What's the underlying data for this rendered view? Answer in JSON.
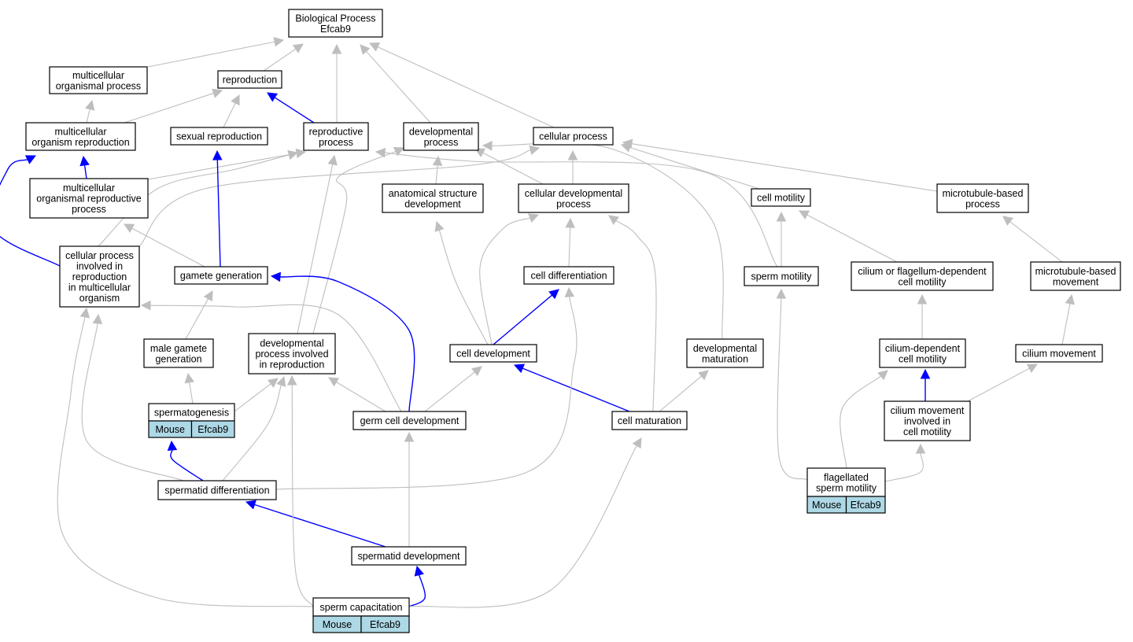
{
  "colors": {
    "node_fill": "#ffffff",
    "node_border": "#000000",
    "annotation_fill": "#add8e6",
    "edge_regular": "#bebebe",
    "edge_highlight": "#0000ff"
  },
  "nodes": [
    {
      "id": "biological-process",
      "lines": [
        "Biological Process",
        "Efcab9"
      ]
    },
    {
      "id": "multicellular-organismal-process",
      "lines": [
        "multicellular",
        "organismal process"
      ]
    },
    {
      "id": "reproduction",
      "lines": [
        "reproduction"
      ]
    },
    {
      "id": "multicellular-organism-reproduction",
      "lines": [
        "multicellular",
        "organism reproduction"
      ]
    },
    {
      "id": "sexual-reproduction",
      "lines": [
        "sexual reproduction"
      ]
    },
    {
      "id": "reproductive-process",
      "lines": [
        "reproductive",
        "process"
      ]
    },
    {
      "id": "developmental-process",
      "lines": [
        "developmental",
        "process"
      ]
    },
    {
      "id": "cellular-process",
      "lines": [
        "cellular process"
      ]
    },
    {
      "id": "multicellular-organismal-reproductive-process",
      "lines": [
        "multicellular",
        "organismal reproductive",
        "process"
      ]
    },
    {
      "id": "anatomical-structure-development",
      "lines": [
        "anatomical structure",
        "development"
      ]
    },
    {
      "id": "cellular-developmental-process",
      "lines": [
        "cellular developmental",
        "process"
      ]
    },
    {
      "id": "cell-motility",
      "lines": [
        "cell motility"
      ]
    },
    {
      "id": "microtubule-based-process",
      "lines": [
        "microtubule-based",
        "process"
      ]
    },
    {
      "id": "cellular-process-involved-in-reproduction",
      "lines": [
        "cellular process",
        "involved in",
        "reproduction",
        "in multicellular",
        "organism"
      ]
    },
    {
      "id": "gamete-generation",
      "lines": [
        "gamete generation"
      ]
    },
    {
      "id": "cell-differentiation",
      "lines": [
        "cell differentiation"
      ]
    },
    {
      "id": "sperm-motility",
      "lines": [
        "sperm motility"
      ]
    },
    {
      "id": "cilium-or-flagellum-dependent-cell-motility",
      "lines": [
        "cilium or flagellum-dependent",
        "cell motility"
      ]
    },
    {
      "id": "microtubule-based-movement",
      "lines": [
        "microtubule-based",
        "movement"
      ]
    },
    {
      "id": "male-gamete-generation",
      "lines": [
        "male gamete",
        "generation"
      ]
    },
    {
      "id": "developmental-process-involved-in-reproduction",
      "lines": [
        "developmental",
        "process involved",
        "in reproduction"
      ]
    },
    {
      "id": "cell-development",
      "lines": [
        "cell development"
      ]
    },
    {
      "id": "developmental-maturation",
      "lines": [
        "developmental",
        "maturation"
      ]
    },
    {
      "id": "cilium-dependent-cell-motility",
      "lines": [
        "cilium-dependent",
        "cell motility"
      ]
    },
    {
      "id": "cilium-movement",
      "lines": [
        "cilium movement"
      ]
    },
    {
      "id": "spermatogenesis",
      "lines": [
        "spermatogenesis"
      ],
      "annotations": [
        "Mouse",
        "Efcab9"
      ]
    },
    {
      "id": "germ-cell-development",
      "lines": [
        "germ cell development"
      ]
    },
    {
      "id": "cell-maturation",
      "lines": [
        "cell maturation"
      ]
    },
    {
      "id": "cilium-movement-involved-in-cell-motility",
      "lines": [
        "cilium movement",
        "involved in",
        "cell motility"
      ]
    },
    {
      "id": "spermatid-differentiation",
      "lines": [
        "spermatid differentiation"
      ]
    },
    {
      "id": "flagellated-sperm-motility",
      "lines": [
        "flagellated",
        "sperm motility"
      ],
      "annotations": [
        "Mouse",
        "Efcab9"
      ]
    },
    {
      "id": "spermatid-development",
      "lines": [
        "spermatid development"
      ]
    },
    {
      "id": "sperm-capacitation",
      "lines": [
        "sperm capacitation"
      ],
      "annotations": [
        "Mouse",
        "Efcab9"
      ]
    }
  ],
  "edges": [
    {
      "from": "multicellular-organismal-process",
      "to": "biological-process",
      "highlight": false
    },
    {
      "from": "reproduction",
      "to": "biological-process",
      "highlight": false
    },
    {
      "from": "reproductive-process",
      "to": "biological-process",
      "highlight": false
    },
    {
      "from": "developmental-process",
      "to": "biological-process",
      "highlight": false
    },
    {
      "from": "cellular-process",
      "to": "biological-process",
      "highlight": false
    },
    {
      "from": "multicellular-organism-reproduction",
      "to": "multicellular-organismal-process",
      "highlight": false
    },
    {
      "from": "multicellular-organism-reproduction",
      "to": "reproduction",
      "highlight": false
    },
    {
      "from": "sexual-reproduction",
      "to": "reproduction",
      "highlight": false
    },
    {
      "from": "reproductive-process",
      "to": "reproduction",
      "highlight": true
    },
    {
      "from": "multicellular-organismal-reproductive-process",
      "to": "multicellular-organism-reproduction",
      "highlight": true
    },
    {
      "from": "multicellular-organismal-reproductive-process",
      "to": "reproductive-process",
      "highlight": false
    },
    {
      "from": "anatomical-structure-development",
      "to": "developmental-process",
      "highlight": false
    },
    {
      "from": "cellular-developmental-process",
      "to": "developmental-process",
      "highlight": false
    },
    {
      "from": "cellular-developmental-process",
      "to": "cellular-process",
      "highlight": false
    },
    {
      "from": "cell-motility",
      "to": "cellular-process",
      "highlight": false
    },
    {
      "from": "microtubule-based-process",
      "to": "cellular-process",
      "highlight": false
    },
    {
      "from": "cellular-process-involved-in-reproduction",
      "to": "multicellular-organism-reproduction",
      "highlight": true
    },
    {
      "from": "cellular-process-involved-in-reproduction",
      "to": "reproductive-process",
      "highlight": false
    },
    {
      "from": "cellular-process-involved-in-reproduction",
      "to": "cellular-process",
      "highlight": false
    },
    {
      "from": "gamete-generation",
      "to": "sexual-reproduction",
      "highlight": true
    },
    {
      "from": "gamete-generation",
      "to": "multicellular-organismal-reproductive-process",
      "highlight": false
    },
    {
      "from": "cell-differentiation",
      "to": "cellular-developmental-process",
      "highlight": false
    },
    {
      "from": "sperm-motility",
      "to": "cell-motility",
      "highlight": false
    },
    {
      "from": "sperm-motility",
      "to": "reproductive-process",
      "highlight": false
    },
    {
      "from": "cilium-or-flagellum-dependent-cell-motility",
      "to": "cell-motility",
      "highlight": false
    },
    {
      "from": "microtubule-based-movement",
      "to": "microtubule-based-process",
      "highlight": false
    },
    {
      "from": "male-gamete-generation",
      "to": "gamete-generation",
      "highlight": false
    },
    {
      "from": "developmental-process-involved-in-reproduction",
      "to": "reproductive-process",
      "highlight": false
    },
    {
      "from": "developmental-process-involved-in-reproduction",
      "to": "developmental-process",
      "highlight": false
    },
    {
      "from": "cell-development",
      "to": "cell-differentiation",
      "highlight": true
    },
    {
      "from": "cell-development",
      "to": "cellular-developmental-process",
      "highlight": false
    },
    {
      "from": "cell-development",
      "to": "anatomical-structure-development",
      "highlight": false
    },
    {
      "from": "developmental-maturation",
      "to": "developmental-process",
      "highlight": false
    },
    {
      "from": "cilium-dependent-cell-motility",
      "to": "cilium-or-flagellum-dependent-cell-motility",
      "highlight": false
    },
    {
      "from": "cilium-movement",
      "to": "microtubule-based-movement",
      "highlight": false
    },
    {
      "from": "spermatogenesis",
      "to": "male-gamete-generation",
      "highlight": false
    },
    {
      "from": "spermatogenesis",
      "to": "developmental-process-involved-in-reproduction",
      "highlight": false
    },
    {
      "from": "germ-cell-development",
      "to": "gamete-generation",
      "highlight": true
    },
    {
      "from": "germ-cell-development",
      "to": "cell-development",
      "highlight": false
    },
    {
      "from": "germ-cell-development",
      "to": "developmental-process-involved-in-reproduction",
      "highlight": false
    },
    {
      "from": "germ-cell-development",
      "to": "cellular-process-involved-in-reproduction",
      "highlight": false
    },
    {
      "from": "cell-maturation",
      "to": "cell-development",
      "highlight": true
    },
    {
      "from": "cell-maturation",
      "to": "developmental-maturation",
      "highlight": false
    },
    {
      "from": "cell-maturation",
      "to": "cellular-developmental-process",
      "highlight": false
    },
    {
      "from": "cilium-movement-involved-in-cell-motility",
      "to": "cilium-dependent-cell-motility",
      "highlight": true
    },
    {
      "from": "cilium-movement-involved-in-cell-motility",
      "to": "cilium-movement",
      "highlight": false
    },
    {
      "from": "spermatid-differentiation",
      "to": "spermatogenesis",
      "highlight": true
    },
    {
      "from": "spermatid-differentiation",
      "to": "developmental-process-involved-in-reproduction",
      "highlight": false
    },
    {
      "from": "spermatid-differentiation",
      "to": "cellular-process-involved-in-reproduction",
      "highlight": false
    },
    {
      "from": "spermatid-differentiation",
      "to": "cell-differentiation",
      "highlight": false
    },
    {
      "from": "flagellated-sperm-motility",
      "to": "sperm-motility",
      "highlight": false
    },
    {
      "from": "flagellated-sperm-motility",
      "to": "cilium-dependent-cell-motility",
      "highlight": false
    },
    {
      "from": "flagellated-sperm-motility",
      "to": "cilium-movement-involved-in-cell-motility",
      "highlight": false
    },
    {
      "from": "spermatid-development",
      "to": "spermatid-differentiation",
      "highlight": true
    },
    {
      "from": "spermatid-development",
      "to": "germ-cell-development",
      "highlight": false
    },
    {
      "from": "sperm-capacitation",
      "to": "spermatid-development",
      "highlight": true
    },
    {
      "from": "sperm-capacitation",
      "to": "cell-maturation",
      "highlight": false
    },
    {
      "from": "sperm-capacitation",
      "to": "developmental-process-involved-in-reproduction",
      "highlight": false
    },
    {
      "from": "sperm-capacitation",
      "to": "cellular-process-involved-in-reproduction",
      "highlight": false
    }
  ]
}
